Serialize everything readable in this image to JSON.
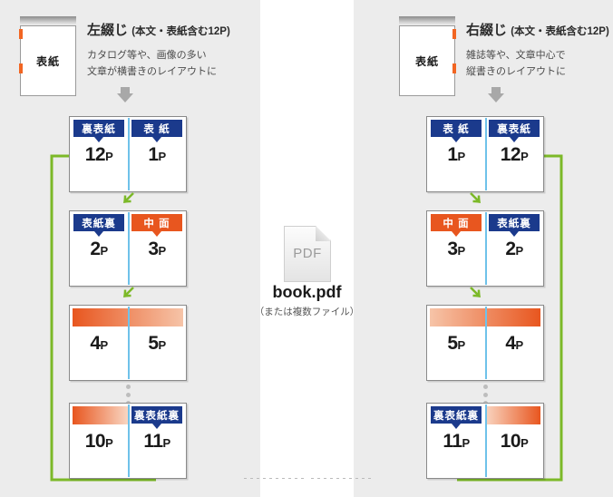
{
  "left_panel": {
    "book_label": "表紙",
    "title": "左綴じ",
    "title_sub": "(本文・表紙含む12P)",
    "desc_line1": "カタログ等や、画像の多い",
    "desc_line2": "文章が横書きのレイアウトに",
    "spreads": [
      {
        "left": {
          "tag": "裏表紙",
          "tag_color": "navy",
          "page": "12",
          "unit": "P"
        },
        "right": {
          "tag": "表 紙",
          "tag_color": "navy",
          "page": "1",
          "unit": "P"
        }
      },
      {
        "left": {
          "tag": "表紙裏",
          "tag_color": "navy",
          "page": "2",
          "unit": "P"
        },
        "right": {
          "tag": "中 面",
          "tag_color": "orange",
          "page": "3",
          "unit": "P"
        }
      },
      {
        "left": {
          "tag": "",
          "tag_color": "band",
          "page": "4",
          "unit": "P"
        },
        "right": {
          "tag": "",
          "tag_color": "band",
          "page": "5",
          "unit": "P"
        }
      },
      {
        "left": {
          "tag": "",
          "tag_color": "band-half",
          "page": "10",
          "unit": "P"
        },
        "right": {
          "tag": "裏表紙裏",
          "tag_color": "navy",
          "page": "11",
          "unit": "P"
        }
      }
    ]
  },
  "right_panel": {
    "book_label": "表紙",
    "title": "右綴じ",
    "title_sub": "(本文・表紙含む12P)",
    "desc_line1": "雑誌等や、文章中心で",
    "desc_line2": "縦書きのレイアウトに",
    "spreads": [
      {
        "left": {
          "tag": "表 紙",
          "tag_color": "navy",
          "page": "1",
          "unit": "P"
        },
        "right": {
          "tag": "裏表紙",
          "tag_color": "navy",
          "page": "12",
          "unit": "P"
        }
      },
      {
        "left": {
          "tag": "中 面",
          "tag_color": "orange",
          "page": "3",
          "unit": "P"
        },
        "right": {
          "tag": "表紙裏",
          "tag_color": "navy",
          "page": "2",
          "unit": "P"
        }
      },
      {
        "left": {
          "tag": "",
          "tag_color": "band",
          "page": "5",
          "unit": "P"
        },
        "right": {
          "tag": "",
          "tag_color": "band",
          "page": "4",
          "unit": "P"
        }
      },
      {
        "left": {
          "tag": "裏表紙裏",
          "tag_color": "navy",
          "page": "11",
          "unit": "P"
        },
        "right": {
          "tag": "",
          "tag_color": "band-half",
          "page": "10",
          "unit": "P"
        }
      }
    ]
  },
  "center": {
    "icon_text": "PDF",
    "file_name": "book.pdf",
    "file_note": "（または複数ファイル）"
  },
  "colors": {
    "navy": "#1b3a8c",
    "orange": "#e8561f",
    "green": "#7cb928",
    "gutter_blue": "#6fc2ea",
    "panel_bg": "#ececec"
  }
}
